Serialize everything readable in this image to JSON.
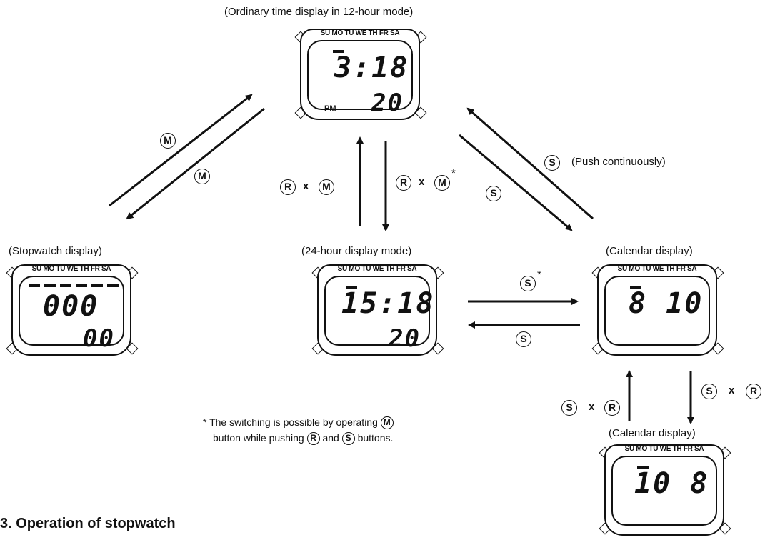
{
  "labels": {
    "ordinary": "(Ordinary time display in 12-hour mode)",
    "stopwatch": "(Stopwatch display)",
    "hour24": "(24-hour display mode)",
    "calendar1": "(Calendar display)",
    "calendar2": "(Calendar display)",
    "push_continuously": "(Push continuously)"
  },
  "buttons": {
    "m": "M",
    "r": "R",
    "s": "S"
  },
  "operators": {
    "times": "x",
    "asterisk": "*"
  },
  "watch_days": "SU MO TU WE TH FR SA",
  "watches": {
    "ordinary": {
      "main": "3:18",
      "sub": "20",
      "indicator": "PM"
    },
    "stopwatch": {
      "main": "000",
      "sub": "00"
    },
    "hour24": {
      "main": "15:18",
      "sub": "20"
    },
    "calendar1": {
      "main": "8 10"
    },
    "calendar2": {
      "main": "10 8"
    }
  },
  "footnote": {
    "line1_pre": "* The switching is possible by operating",
    "line1_btn": "M",
    "line2_pre": "button while pushing",
    "line2_btn1": "R",
    "line2_mid": "and",
    "line2_btn2": "S",
    "line2_post": "buttons."
  },
  "section_heading": "3. Operation of stopwatch"
}
